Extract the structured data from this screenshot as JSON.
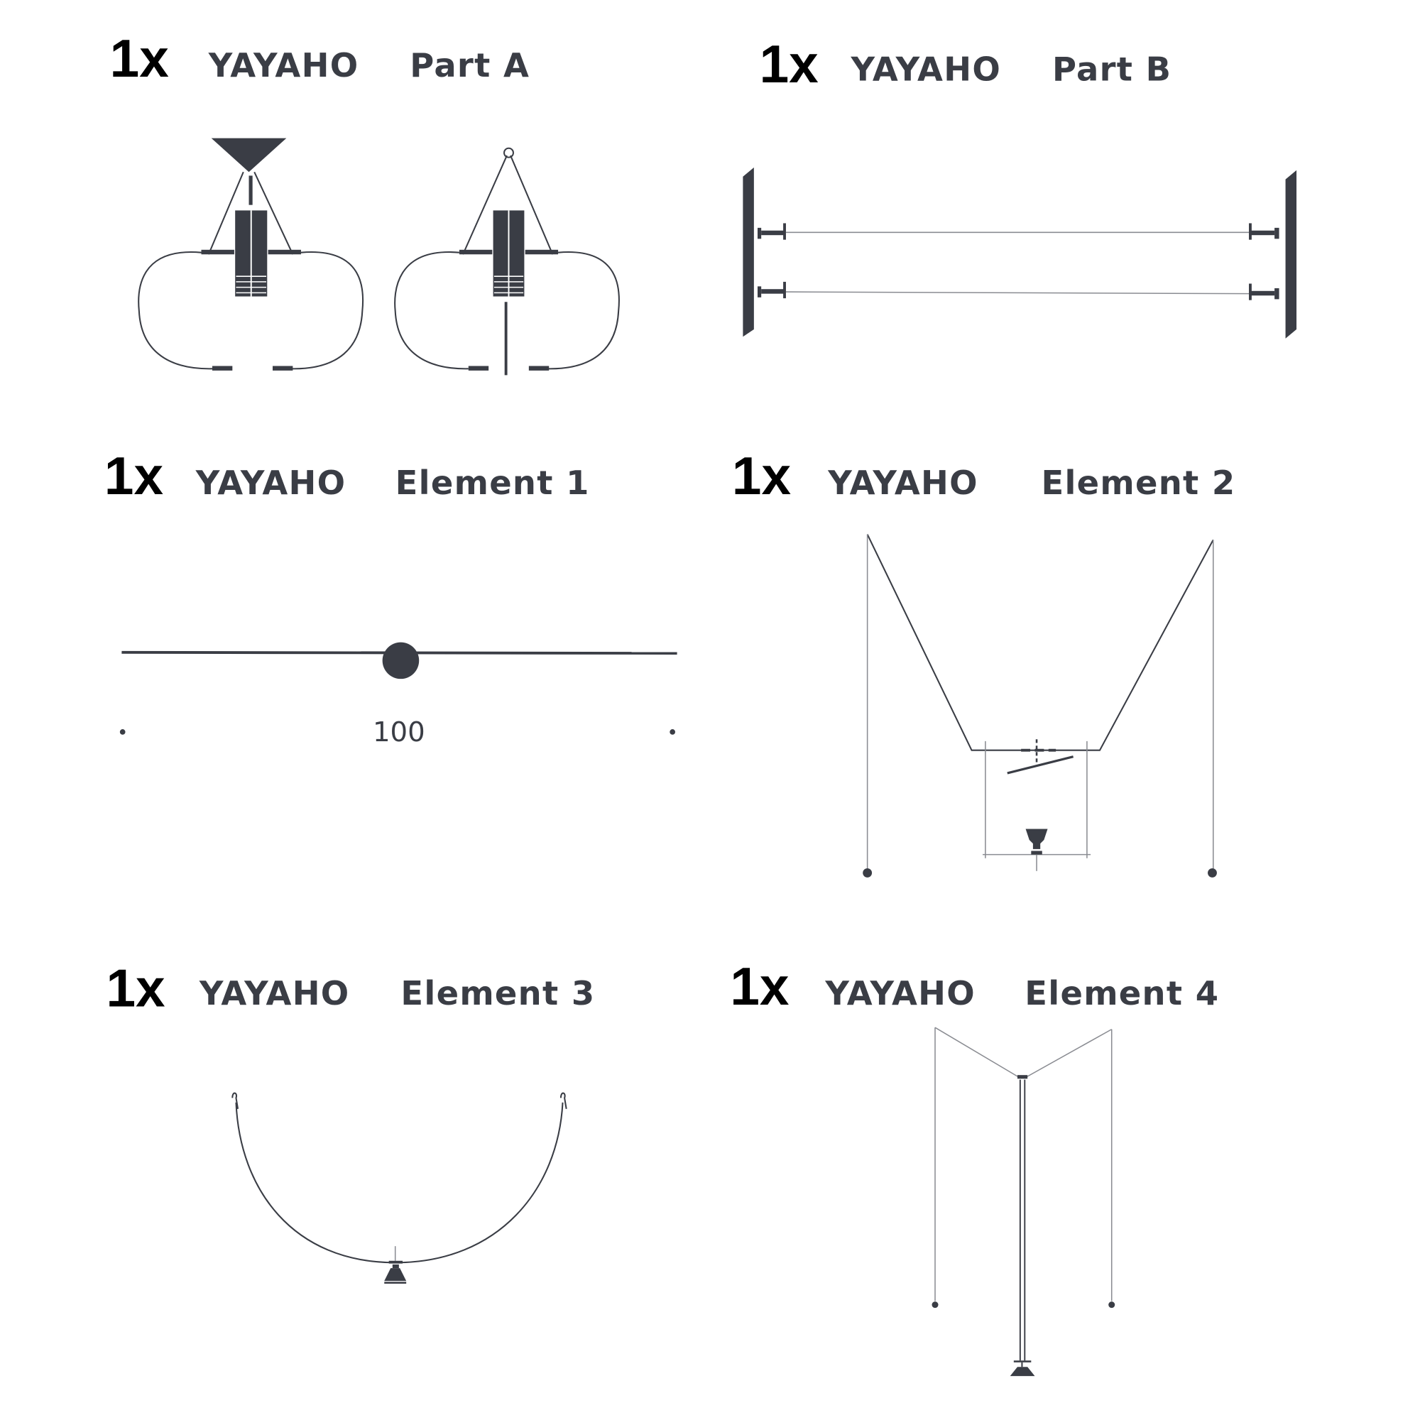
{
  "page": {
    "colors": {
      "quantity": "#000000",
      "title": "#3a3d45",
      "drawing": "#3a3d45",
      "background": "#ffffff"
    }
  },
  "parts": [
    {
      "quantity": "1x",
      "brand": "YAYAHO",
      "name": "Part A"
    },
    {
      "quantity": "1x",
      "brand": "YAYAHO",
      "name": "Part B"
    },
    {
      "quantity": "1x",
      "brand": "YAYAHO",
      "name": "Element 1",
      "dimension_label": "100"
    },
    {
      "quantity": "1x",
      "brand": "YAYAHO",
      "name": "Element 2"
    },
    {
      "quantity": "1x",
      "brand": "YAYAHO",
      "name": "Element 3"
    },
    {
      "quantity": "1x",
      "brand": "YAYAHO",
      "name": "Element 4"
    }
  ]
}
